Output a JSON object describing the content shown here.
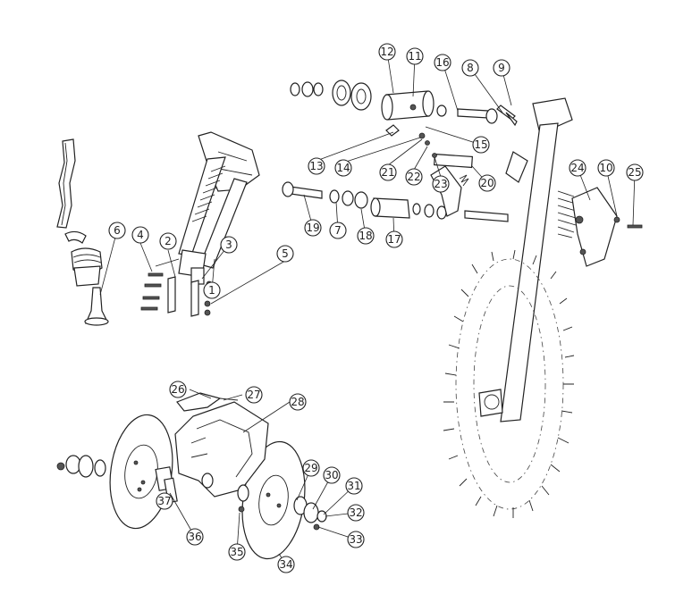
{
  "callouts": [
    {
      "id": "c1",
      "label": "1"
    },
    {
      "id": "c2",
      "label": "2"
    },
    {
      "id": "c3",
      "label": "3"
    },
    {
      "id": "c4",
      "label": "4"
    },
    {
      "id": "c5",
      "label": "5"
    },
    {
      "id": "c6",
      "label": "6"
    },
    {
      "id": "c7",
      "label": "7"
    },
    {
      "id": "c8",
      "label": "8"
    },
    {
      "id": "c9",
      "label": "9"
    },
    {
      "id": "c10",
      "label": "10"
    },
    {
      "id": "c11",
      "label": "11"
    },
    {
      "id": "c12",
      "label": "12"
    },
    {
      "id": "c13",
      "label": "13"
    },
    {
      "id": "c14",
      "label": "14"
    },
    {
      "id": "c15",
      "label": "15"
    },
    {
      "id": "c16",
      "label": "16"
    },
    {
      "id": "c17",
      "label": "17"
    },
    {
      "id": "c18",
      "label": "18"
    },
    {
      "id": "c19",
      "label": "19"
    },
    {
      "id": "c20",
      "label": "20"
    },
    {
      "id": "c21",
      "label": "21"
    },
    {
      "id": "c22",
      "label": "22"
    },
    {
      "id": "c23",
      "label": "23"
    },
    {
      "id": "c24",
      "label": "24"
    },
    {
      "id": "c25",
      "label": "25"
    },
    {
      "id": "c26",
      "label": "26"
    },
    {
      "id": "c27",
      "label": "27"
    },
    {
      "id": "c28",
      "label": "28"
    },
    {
      "id": "c29",
      "label": "29"
    },
    {
      "id": "c30",
      "label": "30"
    },
    {
      "id": "c31",
      "label": "31"
    },
    {
      "id": "c32",
      "label": "32"
    },
    {
      "id": "c33",
      "label": "33"
    },
    {
      "id": "c34",
      "label": "34"
    },
    {
      "id": "c35",
      "label": "35"
    },
    {
      "id": "c36",
      "label": "36"
    },
    {
      "id": "c37",
      "label": "37"
    }
  ]
}
